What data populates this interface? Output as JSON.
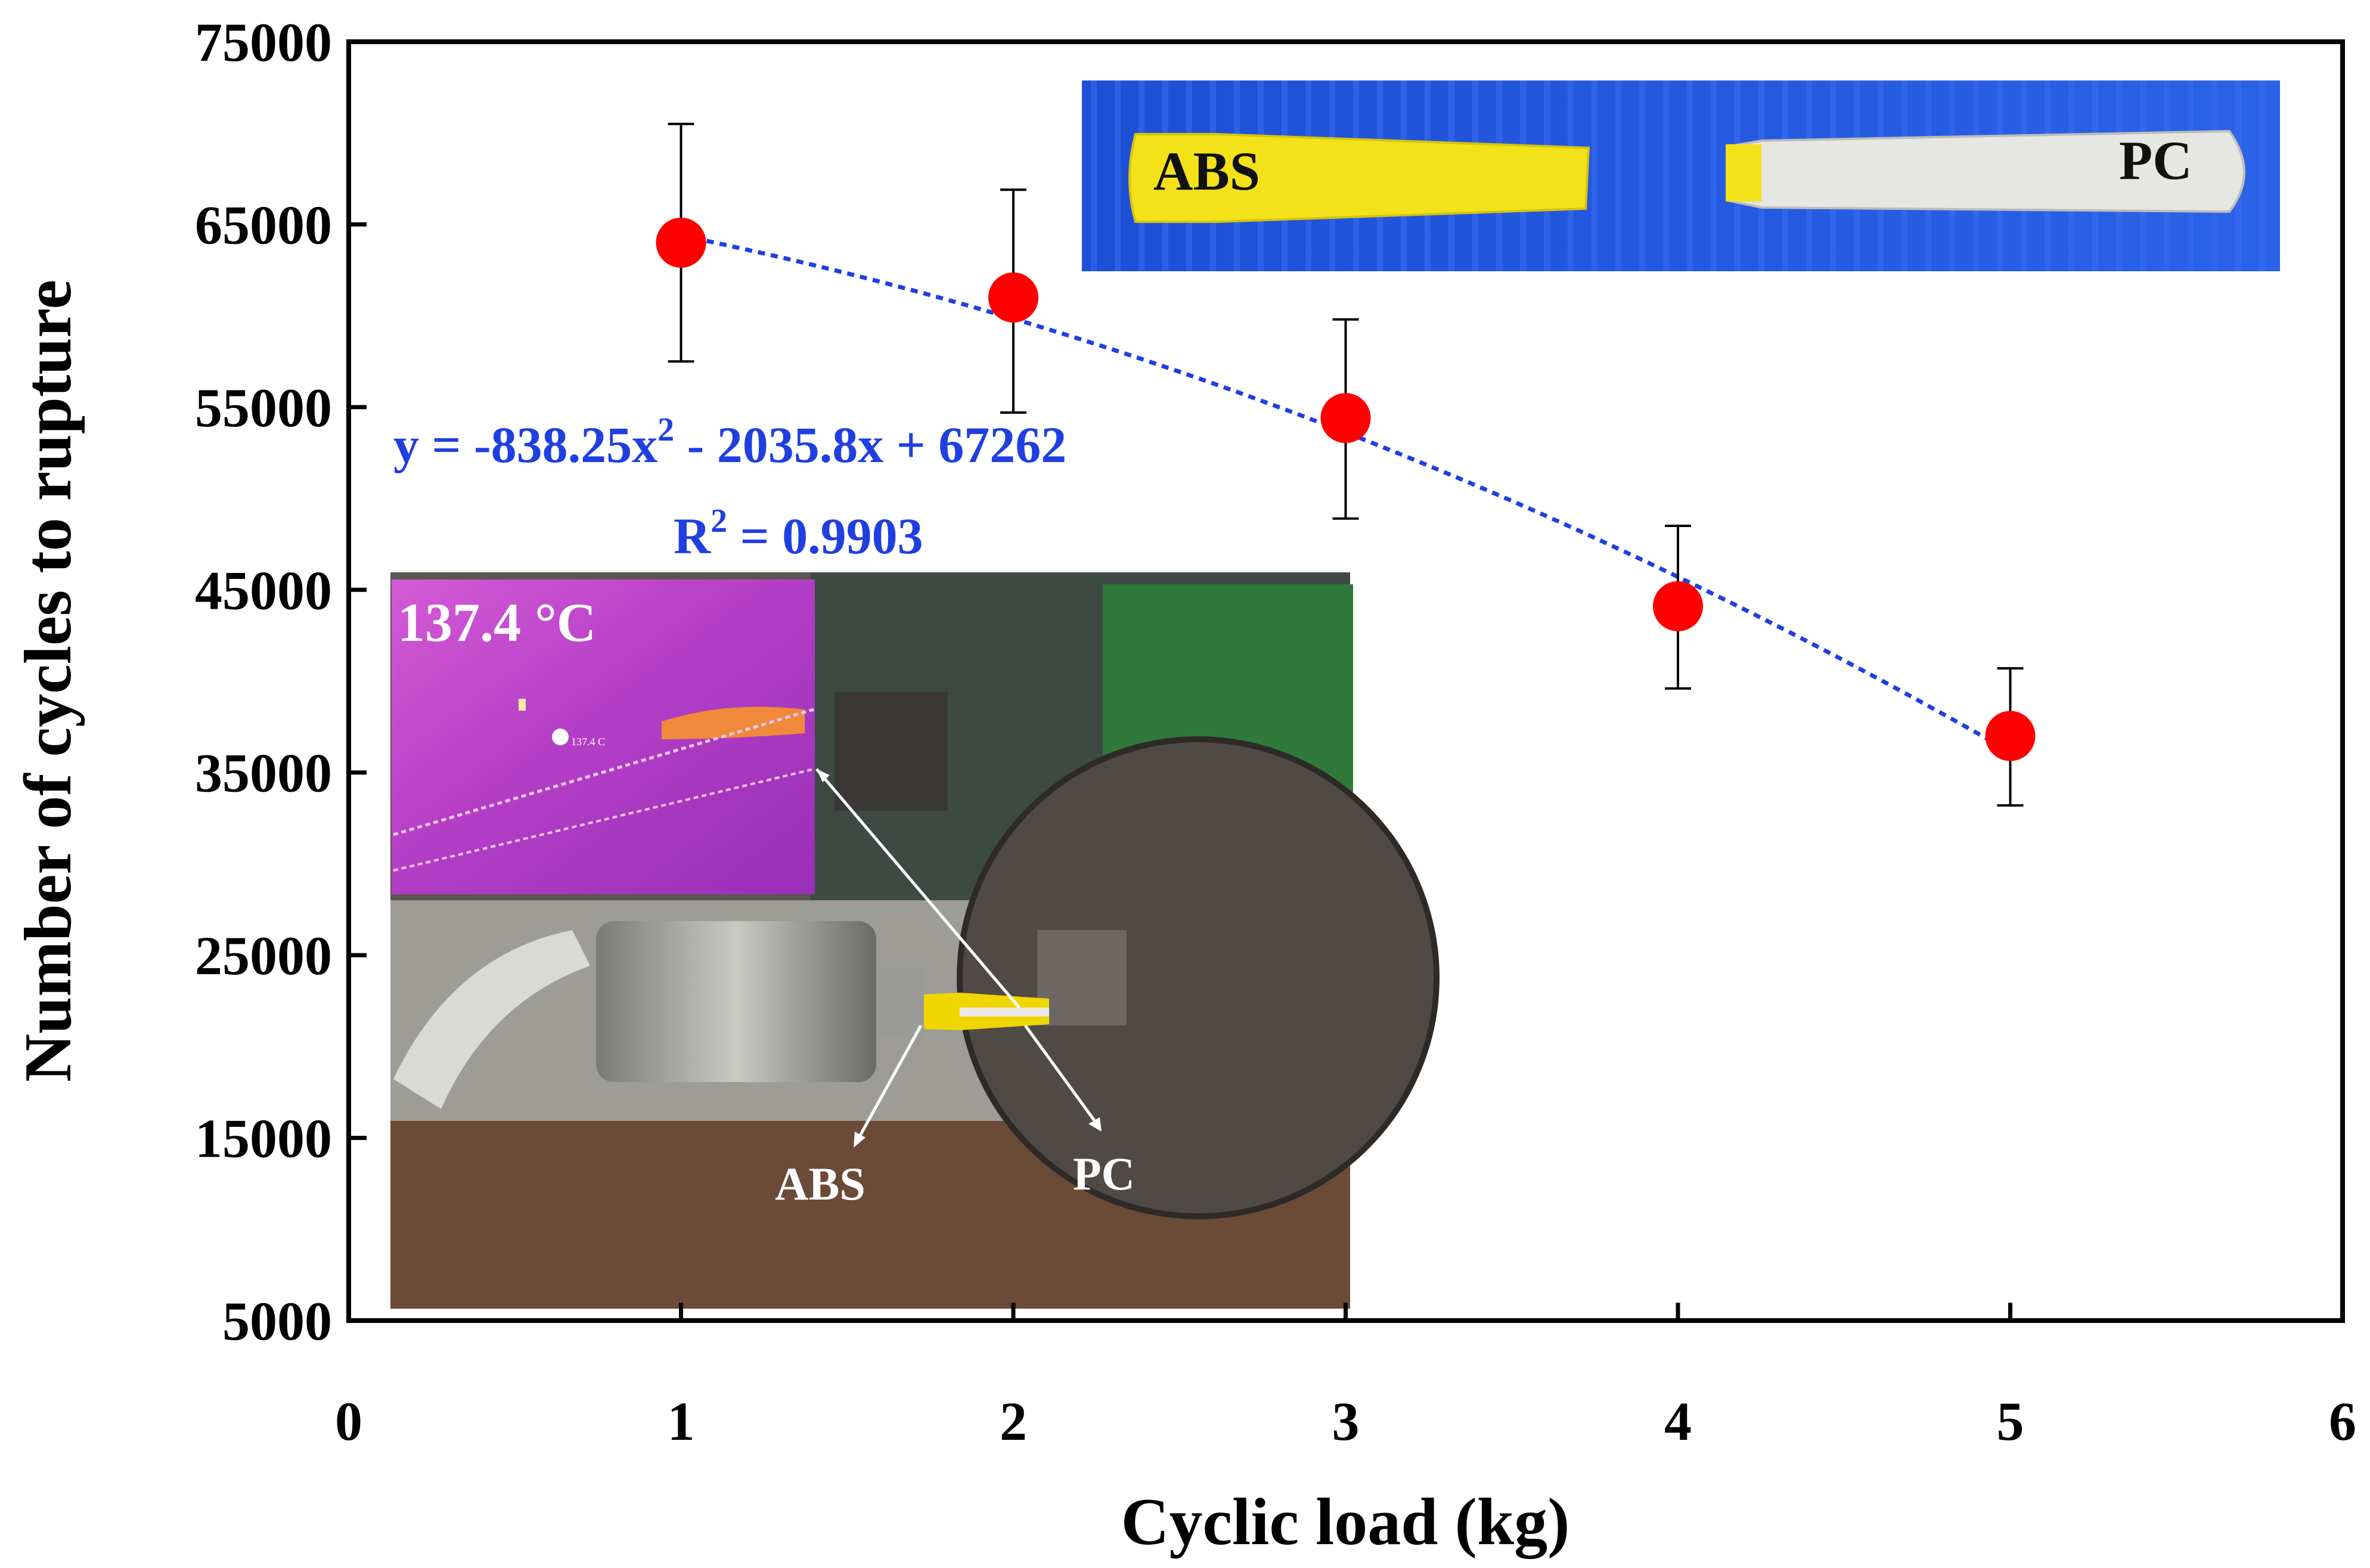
{
  "chart_data": {
    "type": "scatter",
    "xlabel": "Cyclic load (kg)",
    "ylabel": "Number of cycles to rupture",
    "xlim": [
      0,
      6
    ],
    "ylim": [
      5000,
      75000
    ],
    "x_ticks": [
      "0",
      "1",
      "2",
      "3",
      "4",
      "5",
      "6"
    ],
    "y_ticks": [
      "5000",
      "15000",
      "25000",
      "35000",
      "45000",
      "55000",
      "65000",
      "75000"
    ],
    "grid": false,
    "series": [
      {
        "marker": "circle",
        "color": "#ff0000",
        "points": [
          {
            "x": 1,
            "y": 64000,
            "err_low": 57500,
            "err_high": 70500
          },
          {
            "x": 2,
            "y": 61000,
            "err_low": 54700,
            "err_high": 66900
          },
          {
            "x": 3,
            "y": 54400,
            "err_low": 48900,
            "err_high": 59800
          },
          {
            "x": 4,
            "y": 44100,
            "err_low": 39600,
            "err_high": 48500
          },
          {
            "x": 5,
            "y": 37000,
            "err_low": 33200,
            "err_high": 40700
          }
        ]
      }
    ],
    "trendline": {
      "type": "polynomial-2",
      "coefficients": [
        -838.25,
        -2035.8,
        67262
      ],
      "x_range": [
        1,
        5
      ],
      "color": "#1f3fe0",
      "style": "dashed",
      "equation_prefix": "y = -838.25x",
      "equation_suffix": " - 2035.8x + 67262",
      "r2_prefix": "R",
      "r2_suffix": " = 0.9903",
      "superscript": "2"
    },
    "annotations": {
      "specimen_abs": "ABS",
      "specimen_pc": "PC",
      "thermal_reading": "137.4 °C",
      "thermal_small": "137.4 C",
      "machine_abs": "ABS",
      "machine_pc": "PC"
    }
  }
}
